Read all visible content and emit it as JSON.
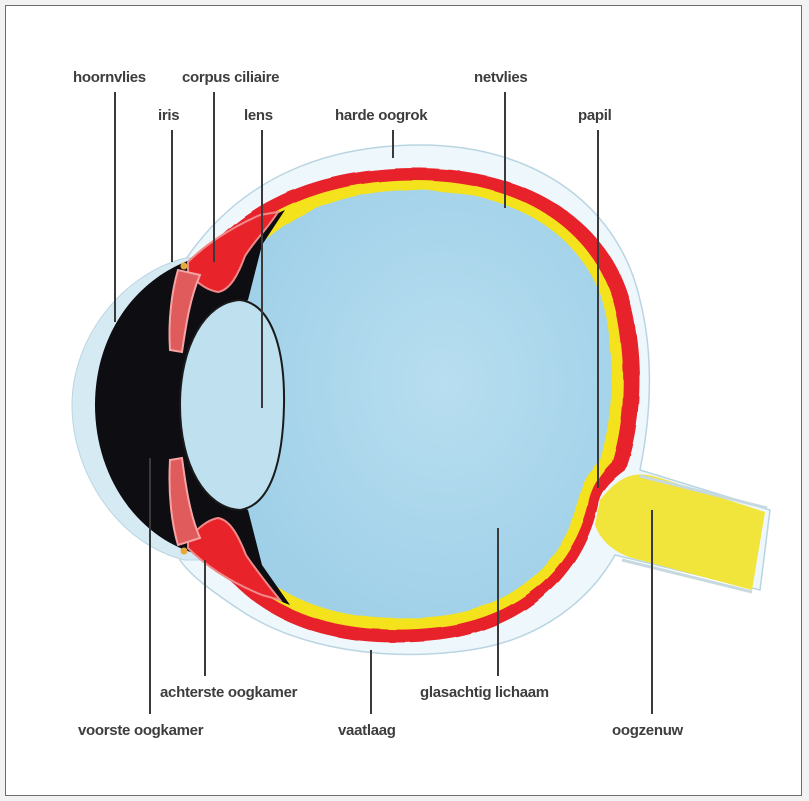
{
  "colors": {
    "cornea": "#d6eaf3",
    "sclera_outer": "#d9eef7",
    "choroid": "#e8232a",
    "retina": "#f4e21c",
    "vitreous": "#a9d6ec",
    "dark_chambers": "#0d0d12",
    "optic_nerve": "#f1e43a",
    "lens": "#bfe0ef"
  },
  "labels": {
    "hoornvlies": "hoornvlies",
    "iris": "iris",
    "corpus_ciliaire": "corpus ciliaire",
    "lens": "lens",
    "harde_oogrok": "harde oogrok",
    "netvlies": "netvlies",
    "papil": "papil",
    "achterste_oogkamer": "achterste oogkamer",
    "voorste_oogkamer": "voorste oogkamer",
    "vaatlaag": "vaatlaag",
    "glasachtig_lichaam": "glasachtig lichaam",
    "oogzenuw": "oogzenuw"
  }
}
